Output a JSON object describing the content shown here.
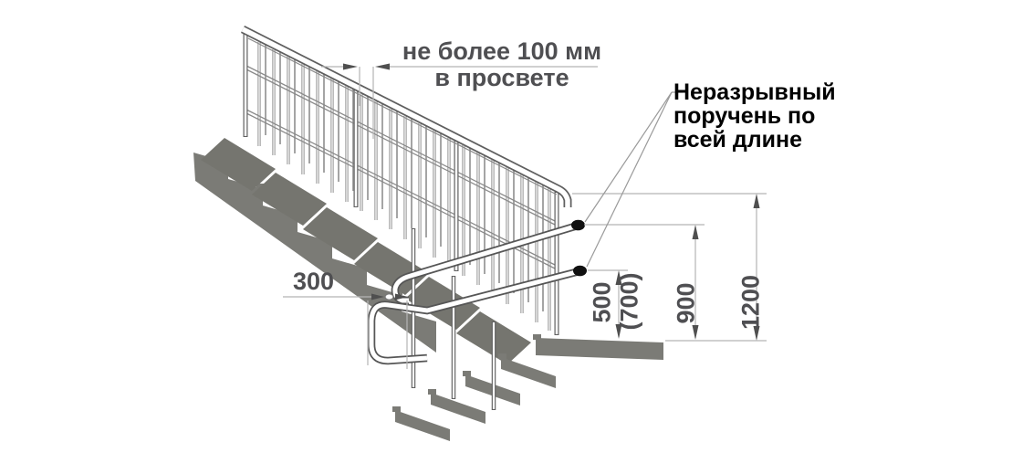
{
  "diagram": {
    "type": "technical-illustration",
    "subject": "stair handrail and guard requirements",
    "colors": {
      "background": "#ffffff",
      "stair_fill": "#7b7b76",
      "rail_fill": "#ffffff",
      "rail_outline": "#5f5f5f",
      "back_baluster": "#a5a5a5",
      "dim_line": "#b5b5b5",
      "dim_arrow": "#4f4f4f",
      "dim_text": "#4f4f52",
      "label_text": "#000000",
      "end_cap": "#101010"
    },
    "annotations": {
      "clearance_line1": "не более 100 мм",
      "clearance_line2": "в просвете",
      "handrail_label_line1": "Неразрывный",
      "handrail_label_line2": "поручень по",
      "handrail_label_line3": "всей длине",
      "dim_extension": "300",
      "dim_lower_handrail": "500",
      "dim_lower_handrail_alt": "(700)",
      "dim_upper_handrail": "900",
      "dim_guard_height": "1200"
    }
  }
}
